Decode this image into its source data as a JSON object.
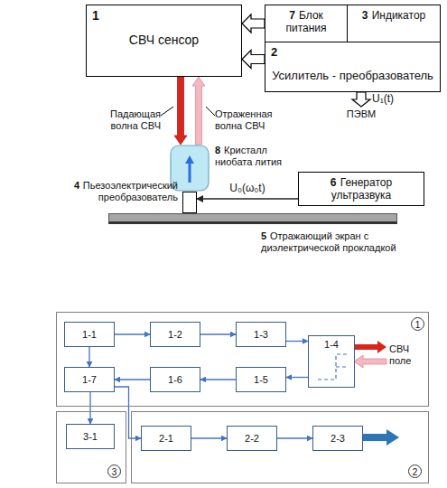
{
  "diagram": {
    "nodes": [
      {
        "text": [
          "1",
          "СВЧ сенсор"
        ]
      },
      {
        "text": [
          "7",
          "Блок питания"
        ]
      },
      {
        "text": [
          "3",
          "Индикатор"
        ]
      },
      {
        "text": [
          "2",
          "Усилитель - преобразователь"
        ]
      },
      {
        "text": [
          "8",
          "Кристалл ниобата лития"
        ]
      },
      {
        "text": [
          "4",
          "Пьезоэлектрический преобразователь"
        ]
      },
      {
        "text": [
          "6",
          "Генератор ультразвука"
        ]
      },
      {
        "text": [
          "5",
          "Отражающий экран с диэлектрической прокладкой"
        ]
      },
      {
        "text": [
          "1"
        ]
      },
      {
        "text": [
          "1-1"
        ],
        "in": 8
      },
      {
        "text": [
          "1-2"
        ],
        "in": 8
      },
      {
        "text": [
          "1-3"
        ],
        "in": 8
      },
      {
        "text": [
          "1-4"
        ],
        "in": 8
      },
      {
        "text": [
          "1-7"
        ],
        "in": 8
      },
      {
        "text": [
          "1-6"
        ],
        "in": 8
      },
      {
        "text": [
          "1-5"
        ],
        "in": 8
      },
      {
        "text": [
          "3"
        ]
      },
      {
        "text": [
          "3-1"
        ],
        "in": 16
      },
      {
        "text": [
          "2"
        ]
      },
      {
        "text": [
          "2-1"
        ],
        "in": 18
      },
      {
        "text": [
          "2-2"
        ],
        "in": 18
      },
      {
        "text": [
          "2-3"
        ],
        "in": 18
      }
    ],
    "edges": [
      {
        "from": 1,
        "to": 0,
        "arrow": "to"
      },
      {
        "from": 3,
        "to": 0,
        "arrow": "to"
      },
      {
        "from": 0,
        "to": 4,
        "arrow": "to"
      },
      {
        "from": 4,
        "to": 0,
        "arrow": "to"
      },
      {
        "from": 6,
        "to": 5,
        "arrow": "to",
        "label": "U₀(ω₀t)"
      },
      {
        "from": 9,
        "to": 10,
        "arrow": "to"
      },
      {
        "from": 10,
        "to": 11,
        "arrow": "to"
      },
      {
        "from": 11,
        "to": 12,
        "arrow": "to"
      },
      {
        "from": 12,
        "to": 15,
        "arrow": "to"
      },
      {
        "from": 15,
        "to": 14,
        "arrow": "to"
      },
      {
        "from": 14,
        "to": 13,
        "arrow": "to"
      },
      {
        "from": 9,
        "to": 13,
        "arrow": "to"
      },
      {
        "from": 13,
        "to": 17,
        "arrow": "to"
      },
      {
        "from": 13,
        "to": 19,
        "arrow": "to"
      },
      {
        "from": 19,
        "to": 20,
        "arrow": "to"
      },
      {
        "from": 20,
        "to": 21,
        "arrow": "to"
      }
    ],
    "labels": [
      "Падающая волна СВЧ",
      "Отраженная волна СВЧ",
      "U₁(t)",
      "ПЭВМ",
      "СВЧ поле"
    ]
  }
}
